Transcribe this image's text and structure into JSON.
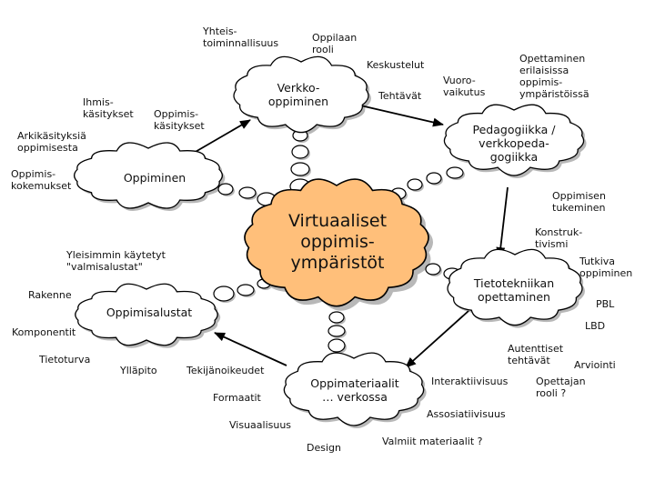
{
  "colors": {
    "center_fill": "#ffbf7a",
    "cloud_fill": "#ffffff",
    "stroke": "#000000",
    "shadow": "#b8b8b8"
  },
  "center": {
    "label": "Virtuaaliset\noppimis-\nympäristöt"
  },
  "hubs": {
    "verkko": "Verkko-\noppiminen",
    "pedagogiikka": "Pedagogiikka /\nverkkopeda-\ngogiikka",
    "tietotekniikka": "Tietotekniikan\nopettaminen",
    "oppimateriaalit": "Oppimateriaalit\n… verkossa",
    "oppimisalustat": "Oppimisalustat",
    "oppiminen": "Oppiminen"
  },
  "labels": {
    "yhteistoiminnallisuus": "Yhteis-\ntoiminnallisuus",
    "oppilaan_rooli": "Oppilaan\nrooli",
    "keskustelut": "Keskustelut",
    "opettaminen_erilaisissa": "Opettaminen\nerilaisissa\noppimis-\nympäristöissä",
    "vuorovaikutus": "Vuoro-\nvaikutus",
    "tehtavat": "Tehtävät",
    "ihmiskasitykset": "Ihmis-\nkäsitykset",
    "oppimiskasitykset": "Oppimis-\nkäsitykset",
    "arkikasityksia": "Arkikäsityksiä\noppimisesta",
    "oppimiskokemukset": "Oppimis-\nkokemukset",
    "oppimisen_tukeminen": "Oppimisen\ntukeminen",
    "konstruktivismi": "Konstruk-\ntivismi",
    "tutkiva_oppiminen": "Tutkiva\noppiminen",
    "pbl": "PBL",
    "lbd": "LBD",
    "autenttiset_tehtavat": "Autenttiset\ntehtävät",
    "arviointi": "Arviointi",
    "opettajan_rooli": "Opettajan\nrooli ?",
    "interaktiivisuus": "Interaktiivisuus",
    "assosiatiivisuus": "Assosiatiivisuus",
    "valmiit_materiaalit": "Valmiit materiaalit ?",
    "design": "Design",
    "visuaalisuus": "Visuaalisuus",
    "formaatit": "Formaatit",
    "tekijanoikeudet": "Tekijänoikeudet",
    "yllapito": "Ylläpito",
    "tietoturva": "Tietoturva",
    "komponentit": "Komponentit",
    "rakenne": "Rakenne",
    "yleisimmin_kaytetyt": "Yleisimmin käytetyt\n\"valmisalustat\""
  }
}
